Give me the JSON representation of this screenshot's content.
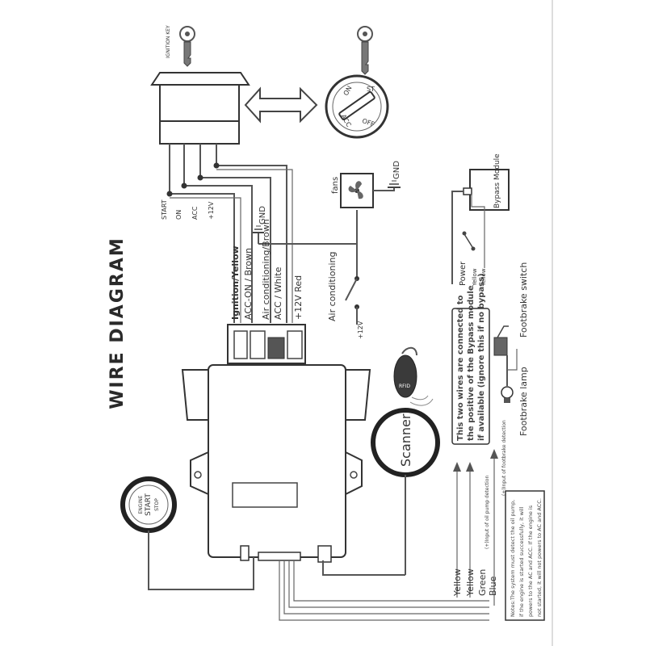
{
  "title": "WIRE DIAGRAM",
  "ignition": {
    "key_label": "IGNITION KEY",
    "positions": [
      "ON",
      "ST",
      "OFF",
      "ACC"
    ],
    "terminals": [
      "START",
      "ON",
      "ACC",
      "+12V"
    ]
  },
  "harness": {
    "wires": [
      "Ignition/Yellow",
      "ACC-ON / Brown",
      "Air conditioning/Brown",
      "ACC / White",
      "+12V  Red"
    ],
    "gnd": "GND"
  },
  "fans": {
    "label": "fans",
    "gnd": "GND"
  },
  "air_conditioning": {
    "label": "Air conditioning",
    "v12": "+12V"
  },
  "bypass": {
    "module_label": "Bypass Module",
    "power_label": "Power",
    "yellow1": "Yellow",
    "yellow2": "Yellow",
    "note_lines": [
      "This two wires are connected to",
      "the positive of the Bypass module",
      "if available (ignore this if no bypass)"
    ]
  },
  "footbrake": {
    "switch_label": "Footbrake switch",
    "lamp_label": "Footbrake lamp",
    "detection_note": "(+)Input of footbrake detection"
  },
  "rfid": {
    "tag_label": "RFID"
  },
  "scanner": {
    "label": "Scanner"
  },
  "engine_button": {
    "line1": "ENGINE",
    "line2": "START",
    "line3": "STOP"
  },
  "oil_pump_note": "(+)Input of oil pump detection",
  "bottom_wires": [
    "Yellow",
    "Yellow",
    "Green",
    "Blue"
  ],
  "notes_lines": [
    "Notes:The system must detect the oil pump,",
    "if the engine is started successfully, it will",
    "powers to the AC and ACC. If the engine is",
    "not started, it will not powers to AC and ACC."
  ]
}
